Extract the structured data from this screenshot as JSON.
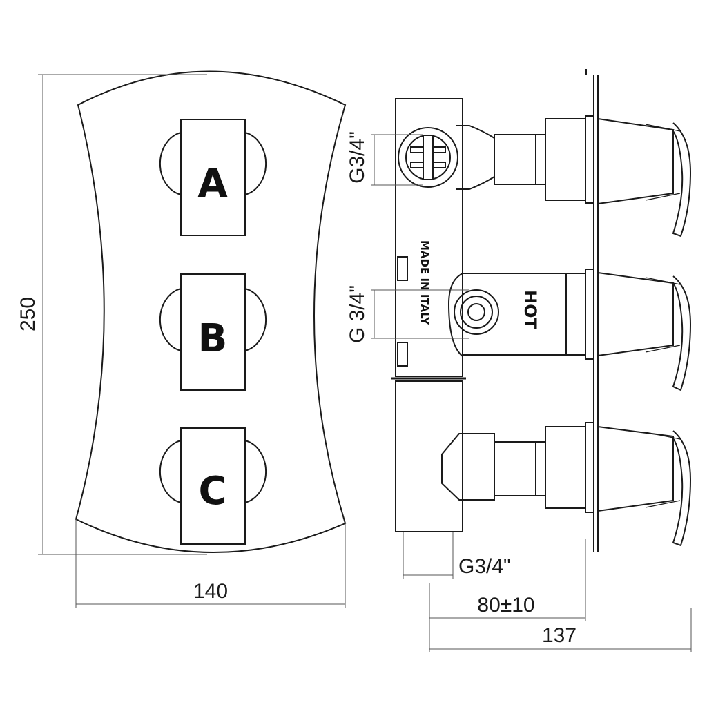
{
  "front_view": {
    "control_labels": [
      "A",
      "B",
      "C"
    ],
    "height_dim": "250",
    "width_dim": "140"
  },
  "side_view": {
    "port_top": "G3/4\"",
    "port_middle": "G 3/4\"",
    "port_bottom": "G3/4\"",
    "stamp_text": "MADE IN ITALY",
    "marking": "HOT",
    "depth_dim": "80±10",
    "overall_dim": "137"
  }
}
